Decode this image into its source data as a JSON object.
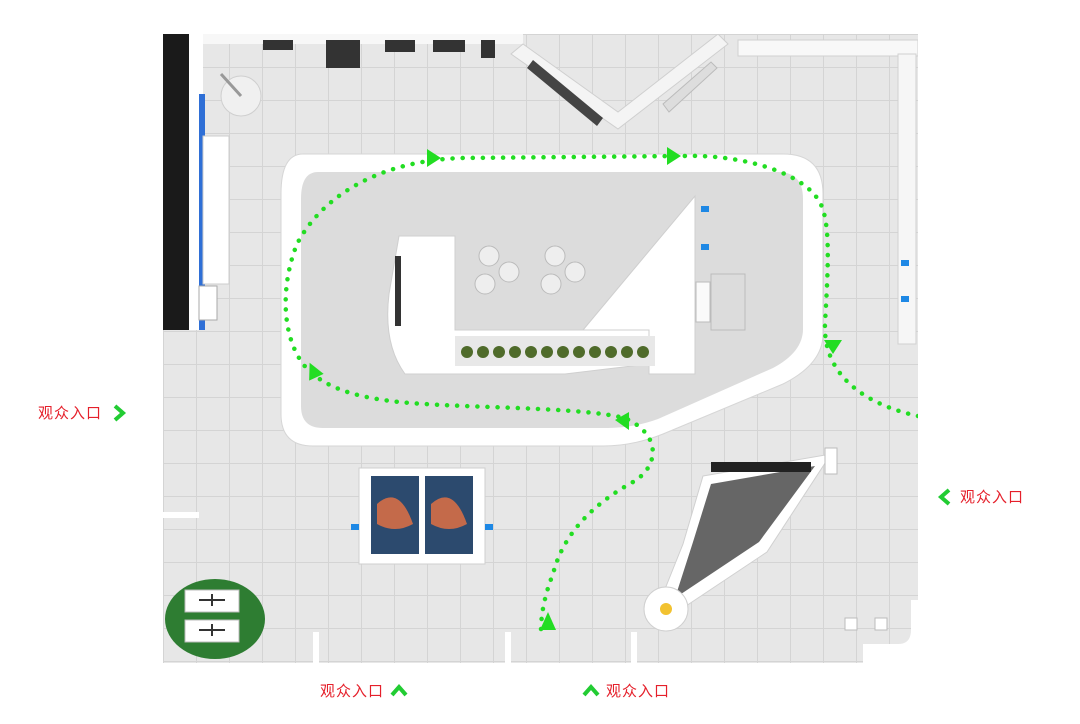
{
  "entrance_labels": [
    {
      "id": "left",
      "text": "观众入口",
      "arrow": "chevron-right-icon"
    },
    {
      "id": "right",
      "text": "观众入口",
      "arrow": "chevron-left-icon"
    },
    {
      "id": "bottom-left",
      "text": "观众入口",
      "arrow": "chevron-up-icon"
    },
    {
      "id": "bottom-right",
      "text": "观众入口",
      "arrow": "chevron-up-icon"
    }
  ],
  "colors": {
    "path": "#22dd22",
    "label_text": "#e5202b",
    "arrow": "#22cc33",
    "floor": "#e7e7e7",
    "wall": "#1a1a1a",
    "counter": "#ffffff",
    "grass": "#2e7d32",
    "screen_accent": "#1e88e5"
  }
}
